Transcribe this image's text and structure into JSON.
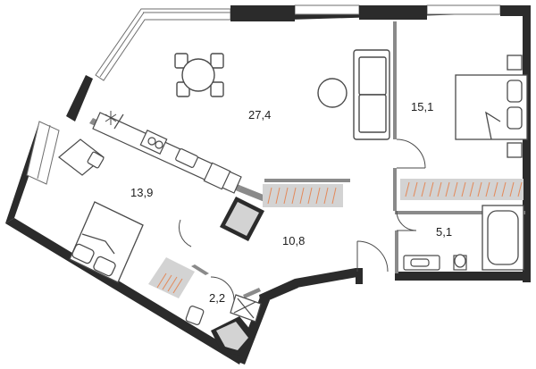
{
  "floor_plan": {
    "colors": {
      "wall": "#2b2b2b",
      "wall_light": "#8a8a8a",
      "fixture_fill": "#dedede",
      "closet_fill": "#d3d3d3",
      "closet_hatch": "#e38a5b",
      "line": "#4a4a4a"
    },
    "rooms": [
      {
        "id": "living-room",
        "area": "27,4"
      },
      {
        "id": "bedroom-1",
        "area": "15,1"
      },
      {
        "id": "bedroom-2",
        "area": "13,9"
      },
      {
        "id": "hallway",
        "area": "10,8"
      },
      {
        "id": "bathroom-1",
        "area": "5,1"
      },
      {
        "id": "bathroom-2",
        "area": "2,2"
      }
    ]
  }
}
